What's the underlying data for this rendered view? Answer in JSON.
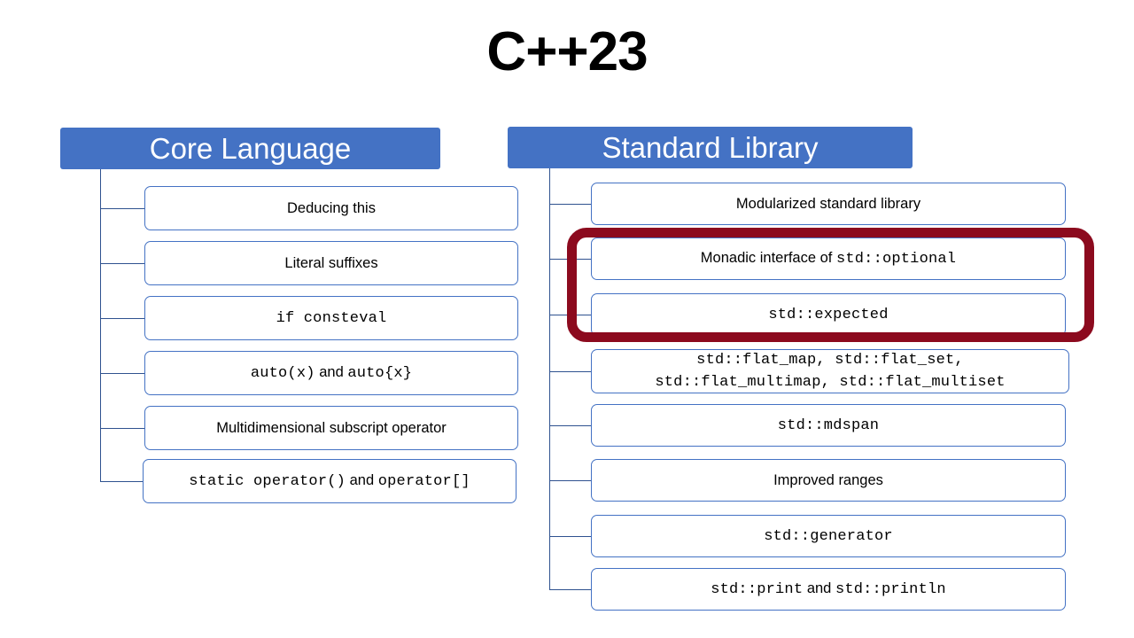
{
  "slide": {
    "title": "C++23",
    "accent_blue": "#4472C4",
    "line_blue": "#2F528F",
    "highlight_red": "#8C0A1E",
    "background": "#ffffff"
  },
  "columns": [
    {
      "id": "core",
      "header": "Core Language",
      "items": [
        {
          "id": "deducing-this",
          "parts": [
            {
              "text": "Deducing this",
              "style": "sans"
            }
          ]
        },
        {
          "id": "literal-suffixes",
          "parts": [
            {
              "text": "Literal suffixes",
              "style": "sans"
            }
          ]
        },
        {
          "id": "if-consteval",
          "parts": [
            {
              "text": "if consteval",
              "style": "mono"
            }
          ]
        },
        {
          "id": "auto-paren-brace",
          "parts": [
            {
              "text": "auto(x)",
              "style": "mono"
            },
            {
              "text": " and ",
              "style": "sans"
            },
            {
              "text": "auto{x}",
              "style": "mono"
            }
          ]
        },
        {
          "id": "multidimensional-subscript-operator",
          "parts": [
            {
              "text": "Multidimensional subscript operator",
              "style": "sans"
            }
          ]
        },
        {
          "id": "static-operator",
          "parts": [
            {
              "text": "static operator()",
              "style": "mono"
            },
            {
              "text": " and ",
              "style": "sans"
            },
            {
              "text": "operator[]",
              "style": "mono"
            }
          ]
        }
      ]
    },
    {
      "id": "stdlib",
      "header": "Standard Library",
      "items": [
        {
          "id": "modularized-standard-library",
          "parts": [
            {
              "text": "Modularized standard library",
              "style": "sans"
            }
          ]
        },
        {
          "id": "monadic-interface-optional",
          "parts": [
            {
              "text": "Monadic interface of ",
              "style": "sans"
            },
            {
              "text": "std::optional",
              "style": "mono"
            }
          ]
        },
        {
          "id": "std-expected",
          "parts": [
            {
              "text": "std::expected",
              "style": "mono"
            }
          ]
        },
        {
          "id": "flat-containers",
          "parts": [
            {
              "text": "std::flat_map, std::flat_set,",
              "style": "mono"
            },
            {
              "text": "\n",
              "style": "break"
            },
            {
              "text": "std::flat_multimap, std::flat_multiset",
              "style": "mono"
            }
          ]
        },
        {
          "id": "std-mdspan",
          "parts": [
            {
              "text": "std::mdspan",
              "style": "mono"
            }
          ]
        },
        {
          "id": "improved-ranges",
          "parts": [
            {
              "text": "Improved ranges",
              "style": "sans"
            }
          ]
        },
        {
          "id": "std-generator",
          "parts": [
            {
              "text": "std::generator",
              "style": "mono"
            }
          ]
        },
        {
          "id": "std-print-println",
          "parts": [
            {
              "text": "std::print",
              "style": "mono"
            },
            {
              "text": " and ",
              "style": "sans"
            },
            {
              "text": "std::println",
              "style": "mono"
            }
          ]
        }
      ]
    }
  ],
  "highlight": {
    "id": "optional-expected-highlight",
    "color": "#8C0A1E",
    "covers": [
      "monadic-interface-optional",
      "std-expected"
    ]
  }
}
